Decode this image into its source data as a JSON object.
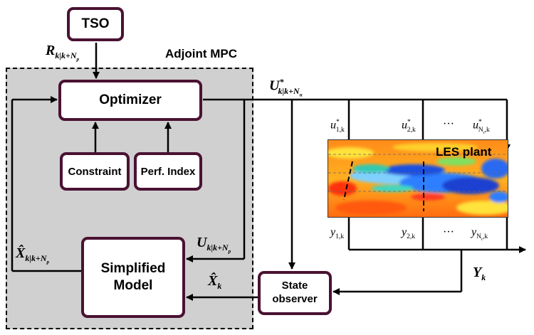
{
  "blocks": {
    "tso": "TSO",
    "adjoint_mpc": "Adjoint MPC",
    "optimizer": "Optimizer",
    "constraint": "Constraint",
    "perf_index": "Perf. Index",
    "simplified_model_line1": "Simplified",
    "simplified_model_line2": "Model",
    "state_observer_line1": "State",
    "state_observer_line2": "observer",
    "les_plant": "LES plant"
  },
  "symbols": {
    "R": "R",
    "R_sub": "k|k+N",
    "R_subsub": "p",
    "U_star": "U",
    "U_star_sup": "*",
    "U_star_sub": "k|k+N",
    "U_star_subsub": "u",
    "U": "U",
    "U_sub": "k|k+N",
    "U_subsub": "p",
    "Xhat_pred": "X̂",
    "Xhat_pred_sub": "k|k+N",
    "Xhat_pred_subsub": "p",
    "Xhat": "X̂",
    "Xhat_sub": "k",
    "Y": "Y",
    "Y_sub": "k",
    "u1": "u",
    "u1_sup": "*",
    "u1_sub": "1,k",
    "u2": "u",
    "u2_sup": "*",
    "u2_sub": "2,k",
    "uN": "u",
    "uN_sup": "*",
    "uN_sub": "N",
    "uN_subsub": "r",
    "uN_sub2": ",k",
    "y1": "y",
    "y1_sub": "1,k",
    "y2": "y",
    "y2_sub": "2,k",
    "yN": "y",
    "yN_sub": "N",
    "yN_subsub": "r",
    "yN_sub2": ",k",
    "dots_top": "···",
    "dots_bottom": "···"
  },
  "colors": {
    "box_border": "#4a1232",
    "mpc_region": "#d0d0d0",
    "line": "#000000"
  }
}
